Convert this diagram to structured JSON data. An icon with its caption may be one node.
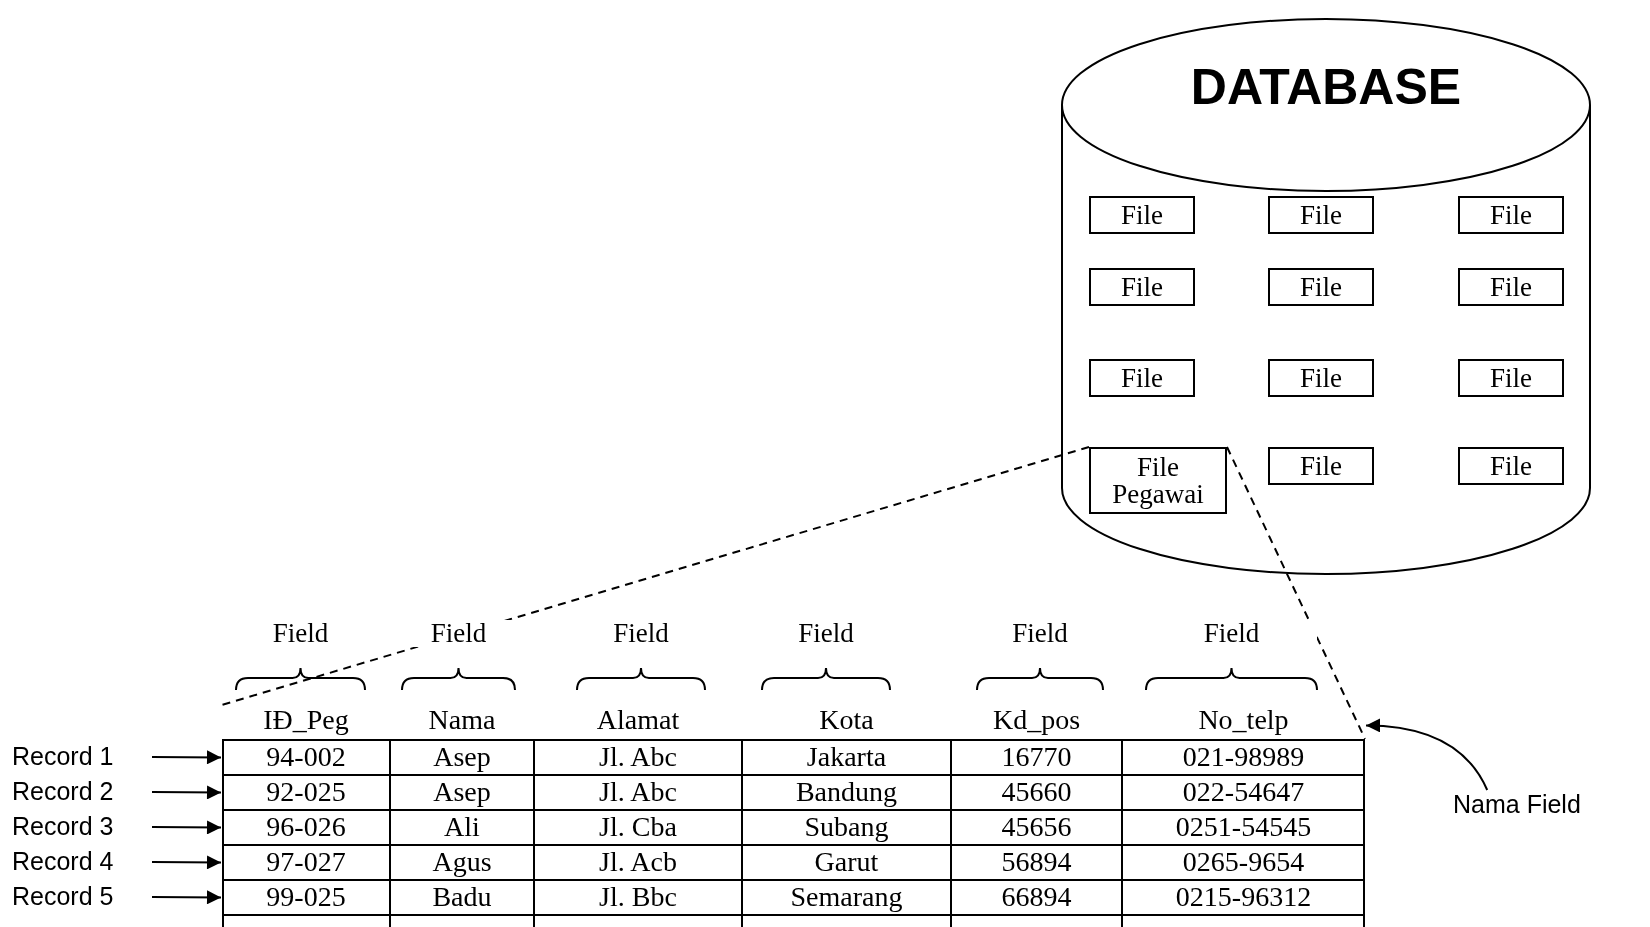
{
  "diagram": {
    "nodes": [
      {
        "text": [
          "DATABASE"
        ]
      },
      {
        "text": [
          "File"
        ],
        "in": 0
      },
      {
        "text": [
          "File"
        ],
        "in": 0
      },
      {
        "text": [
          "File"
        ],
        "in": 0
      },
      {
        "text": [
          "File"
        ],
        "in": 0
      },
      {
        "text": [
          "File"
        ],
        "in": 0
      },
      {
        "text": [
          "File"
        ],
        "in": 0
      },
      {
        "text": [
          "File"
        ],
        "in": 0
      },
      {
        "text": [
          "File"
        ],
        "in": 0
      },
      {
        "text": [
          "File"
        ],
        "in": 0
      },
      {
        "text": [
          "File Pegawai"
        ],
        "in": 0
      },
      {
        "text": [
          "File"
        ],
        "in": 0
      },
      {
        "text": [
          "File"
        ],
        "in": 0
      },
      {
        "text": [
          "IĐ_Peg",
          "Nama",
          "Alamat",
          "Kota",
          "Kd_pos",
          "No_telp",
          "94-002",
          "Asep",
          "Jl. Abc",
          "Jakarta",
          "16770",
          "021-98989",
          "92-025",
          "Asep",
          "Jl. Abc",
          "Bandung",
          "45660",
          "022-54647",
          "96-026",
          "Ali",
          "Jl. Cba",
          "Subang",
          "45656",
          "0251-54545",
          "97-027",
          "Agus",
          "Jl. Acb",
          "Garut",
          "56894",
          "0265-9654",
          "99-025",
          "Badu",
          "Jl. Bbc",
          "Semarang",
          "66894",
          "0215-96312"
        ]
      },
      {
        "text": [
          "Record 1"
        ]
      },
      {
        "text": [
          "Record 2"
        ]
      },
      {
        "text": [
          "Record 3"
        ]
      },
      {
        "text": [
          "Record 4"
        ]
      },
      {
        "text": [
          "Record 5"
        ]
      },
      {
        "text": [
          "Nama Field"
        ]
      }
    ],
    "edges": [
      {
        "from": 10,
        "to": 13,
        "arrow": "none",
        "style": "dashed"
      },
      {
        "from": 10,
        "to": 13,
        "arrow": "none",
        "style": "dashed"
      },
      {
        "from": 14,
        "to": 13,
        "arrow": "to"
      },
      {
        "from": 15,
        "to": 13,
        "arrow": "to"
      },
      {
        "from": 16,
        "to": 13,
        "arrow": "to"
      },
      {
        "from": 17,
        "to": 13,
        "arrow": "to"
      },
      {
        "from": 18,
        "to": 13,
        "arrow": "to"
      },
      {
        "from": 19,
        "to": 13,
        "arrow": "to"
      }
    ],
    "labels": [
      "Field",
      "Field",
      "Field",
      "Field",
      "Field",
      "Field"
    ]
  }
}
